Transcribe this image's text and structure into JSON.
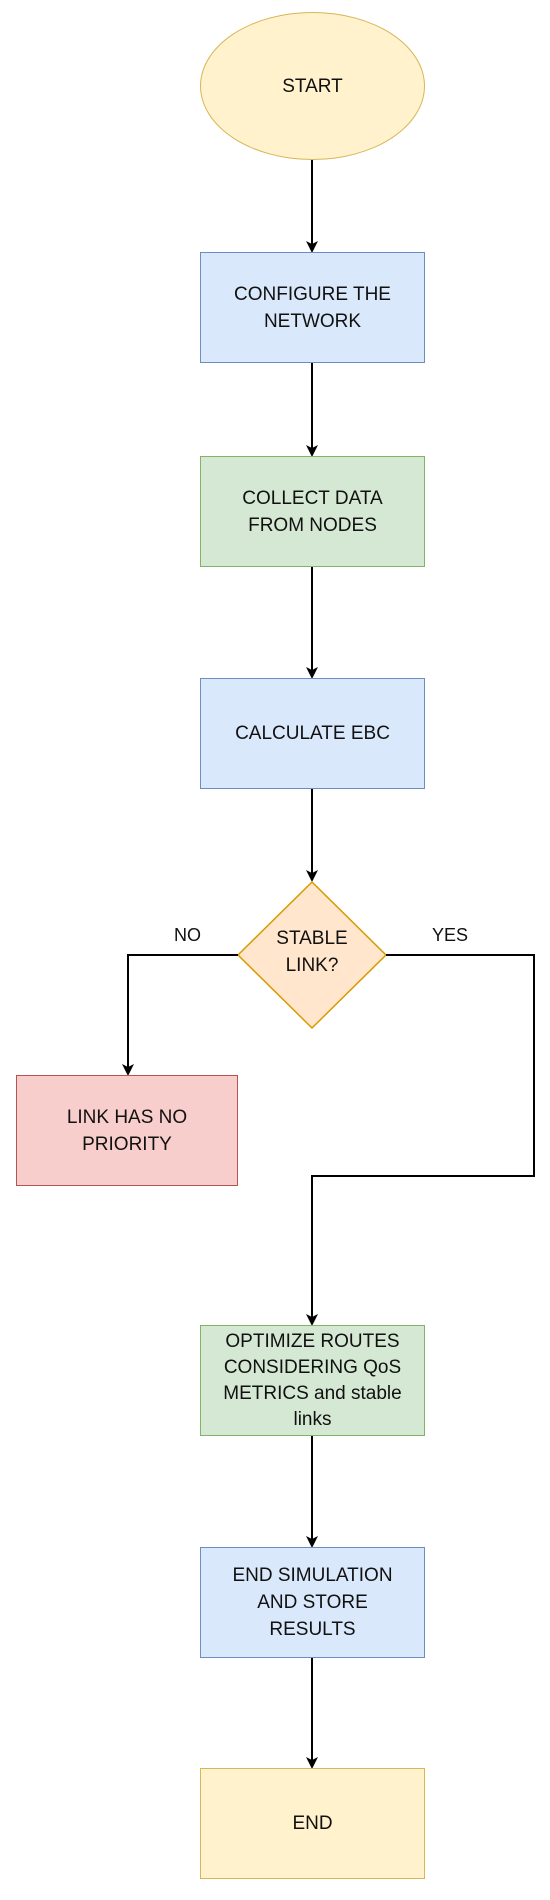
{
  "flowchart": {
    "start": "START",
    "configure": [
      "CONFIGURE THE",
      "NETWORK"
    ],
    "collect": [
      "COLLECT DATA",
      "FROM NODES"
    ],
    "calculate": "CALCULATE EBC",
    "decision": [
      "STABLE",
      "LINK?"
    ],
    "no_label": "NO",
    "yes_label": "YES",
    "no_priority": [
      "LINK HAS NO",
      "PRIORITY"
    ],
    "optimize": [
      "OPTIMIZE ROUTES",
      "CONSIDERING QoS",
      "METRICS and stable",
      "links"
    ],
    "end_simulation": [
      "END SIMULATION",
      "AND STORE",
      "RESULTS"
    ],
    "end": "END"
  },
  "colors": {
    "start_fill": "#fff2cc",
    "start_border": "#d6b656",
    "process_blue_fill": "#dae8fc",
    "process_blue_border": "#6c8ebf",
    "process_green_fill": "#d5e8d4",
    "process_green_border": "#82b366",
    "decision_fill": "#ffe6cc",
    "decision_border": "#d79b00",
    "no_priority_fill": "#f8cecc",
    "no_priority_border": "#b85450",
    "end_fill": "#fff2cc",
    "end_border": "#d6b656"
  }
}
